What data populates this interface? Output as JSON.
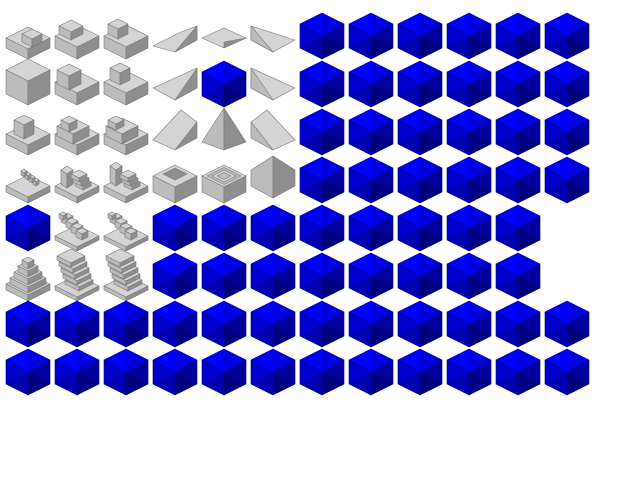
{
  "colors": {
    "background": "#ffffff",
    "blue_top": "#0000ff",
    "blue_left": "#0000cc",
    "blue_right": "#00009c",
    "blue_edge": "#000088",
    "gray_top": "#d4d4d4",
    "gray_left": "#bcbcbc",
    "gray_right": "#8e8e8e",
    "gray_edge": "#777777"
  },
  "sheet": {
    "columns": 12,
    "rows": 8
  },
  "sprites": [
    [
      "block-low",
      "block-low-notch",
      "block-low-step",
      "ramp-flat",
      "ramp-flat-sw",
      "ramp-flat-se",
      "blue-hex",
      "blue-hex",
      "blue-hex",
      "blue-hex",
      "blue-hex",
      "blue-hex"
    ],
    [
      "block-full",
      "block-corner-cut",
      "block-corner-cut-right",
      "ramp-cross-left",
      "blue-hex",
      "ramp-cross-right",
      "blue-hex",
      "blue-hex",
      "blue-hex",
      "blue-hex",
      "blue-hex",
      "blue-hex"
    ],
    [
      "block-pillar",
      "block-steps",
      "block-steps-right",
      "slope-left",
      "slope-peak",
      "slope-right",
      "blue-hex",
      "blue-hex",
      "blue-hex",
      "blue-hex",
      "blue-hex",
      "blue-hex"
    ],
    [
      "stairs-low",
      "stairs-step-wall",
      "stairs-step-wall-right",
      "block-hollow",
      "pyramid-steps-inner",
      "pyramid-corner",
      "blue-hex",
      "blue-hex",
      "blue-hex",
      "blue-hex",
      "blue-hex",
      "blue-hex"
    ],
    [
      "blue-hex",
      "stairs-diagonal",
      "stairs-diagonal-right",
      "blue-hex",
      "blue-hex",
      "blue-hex",
      "blue-hex",
      "blue-hex",
      "blue-hex",
      "blue-hex",
      "blue-hex",
      "empty"
    ],
    [
      "pyramid-steps",
      "stairs-tall",
      "stairs-tall-right",
      "blue-hex",
      "blue-hex",
      "blue-hex",
      "blue-hex",
      "blue-hex",
      "blue-hex",
      "blue-hex",
      "blue-hex",
      "empty"
    ],
    [
      "blue-hex",
      "blue-hex",
      "blue-hex",
      "blue-hex",
      "blue-hex",
      "blue-hex",
      "blue-hex",
      "blue-hex",
      "blue-hex",
      "blue-hex",
      "blue-hex",
      "blue-hex"
    ],
    [
      "blue-hex",
      "blue-hex",
      "blue-hex",
      "blue-hex",
      "blue-hex",
      "blue-hex",
      "blue-hex",
      "blue-hex",
      "blue-hex",
      "blue-hex",
      "blue-hex",
      "blue-hex"
    ]
  ]
}
